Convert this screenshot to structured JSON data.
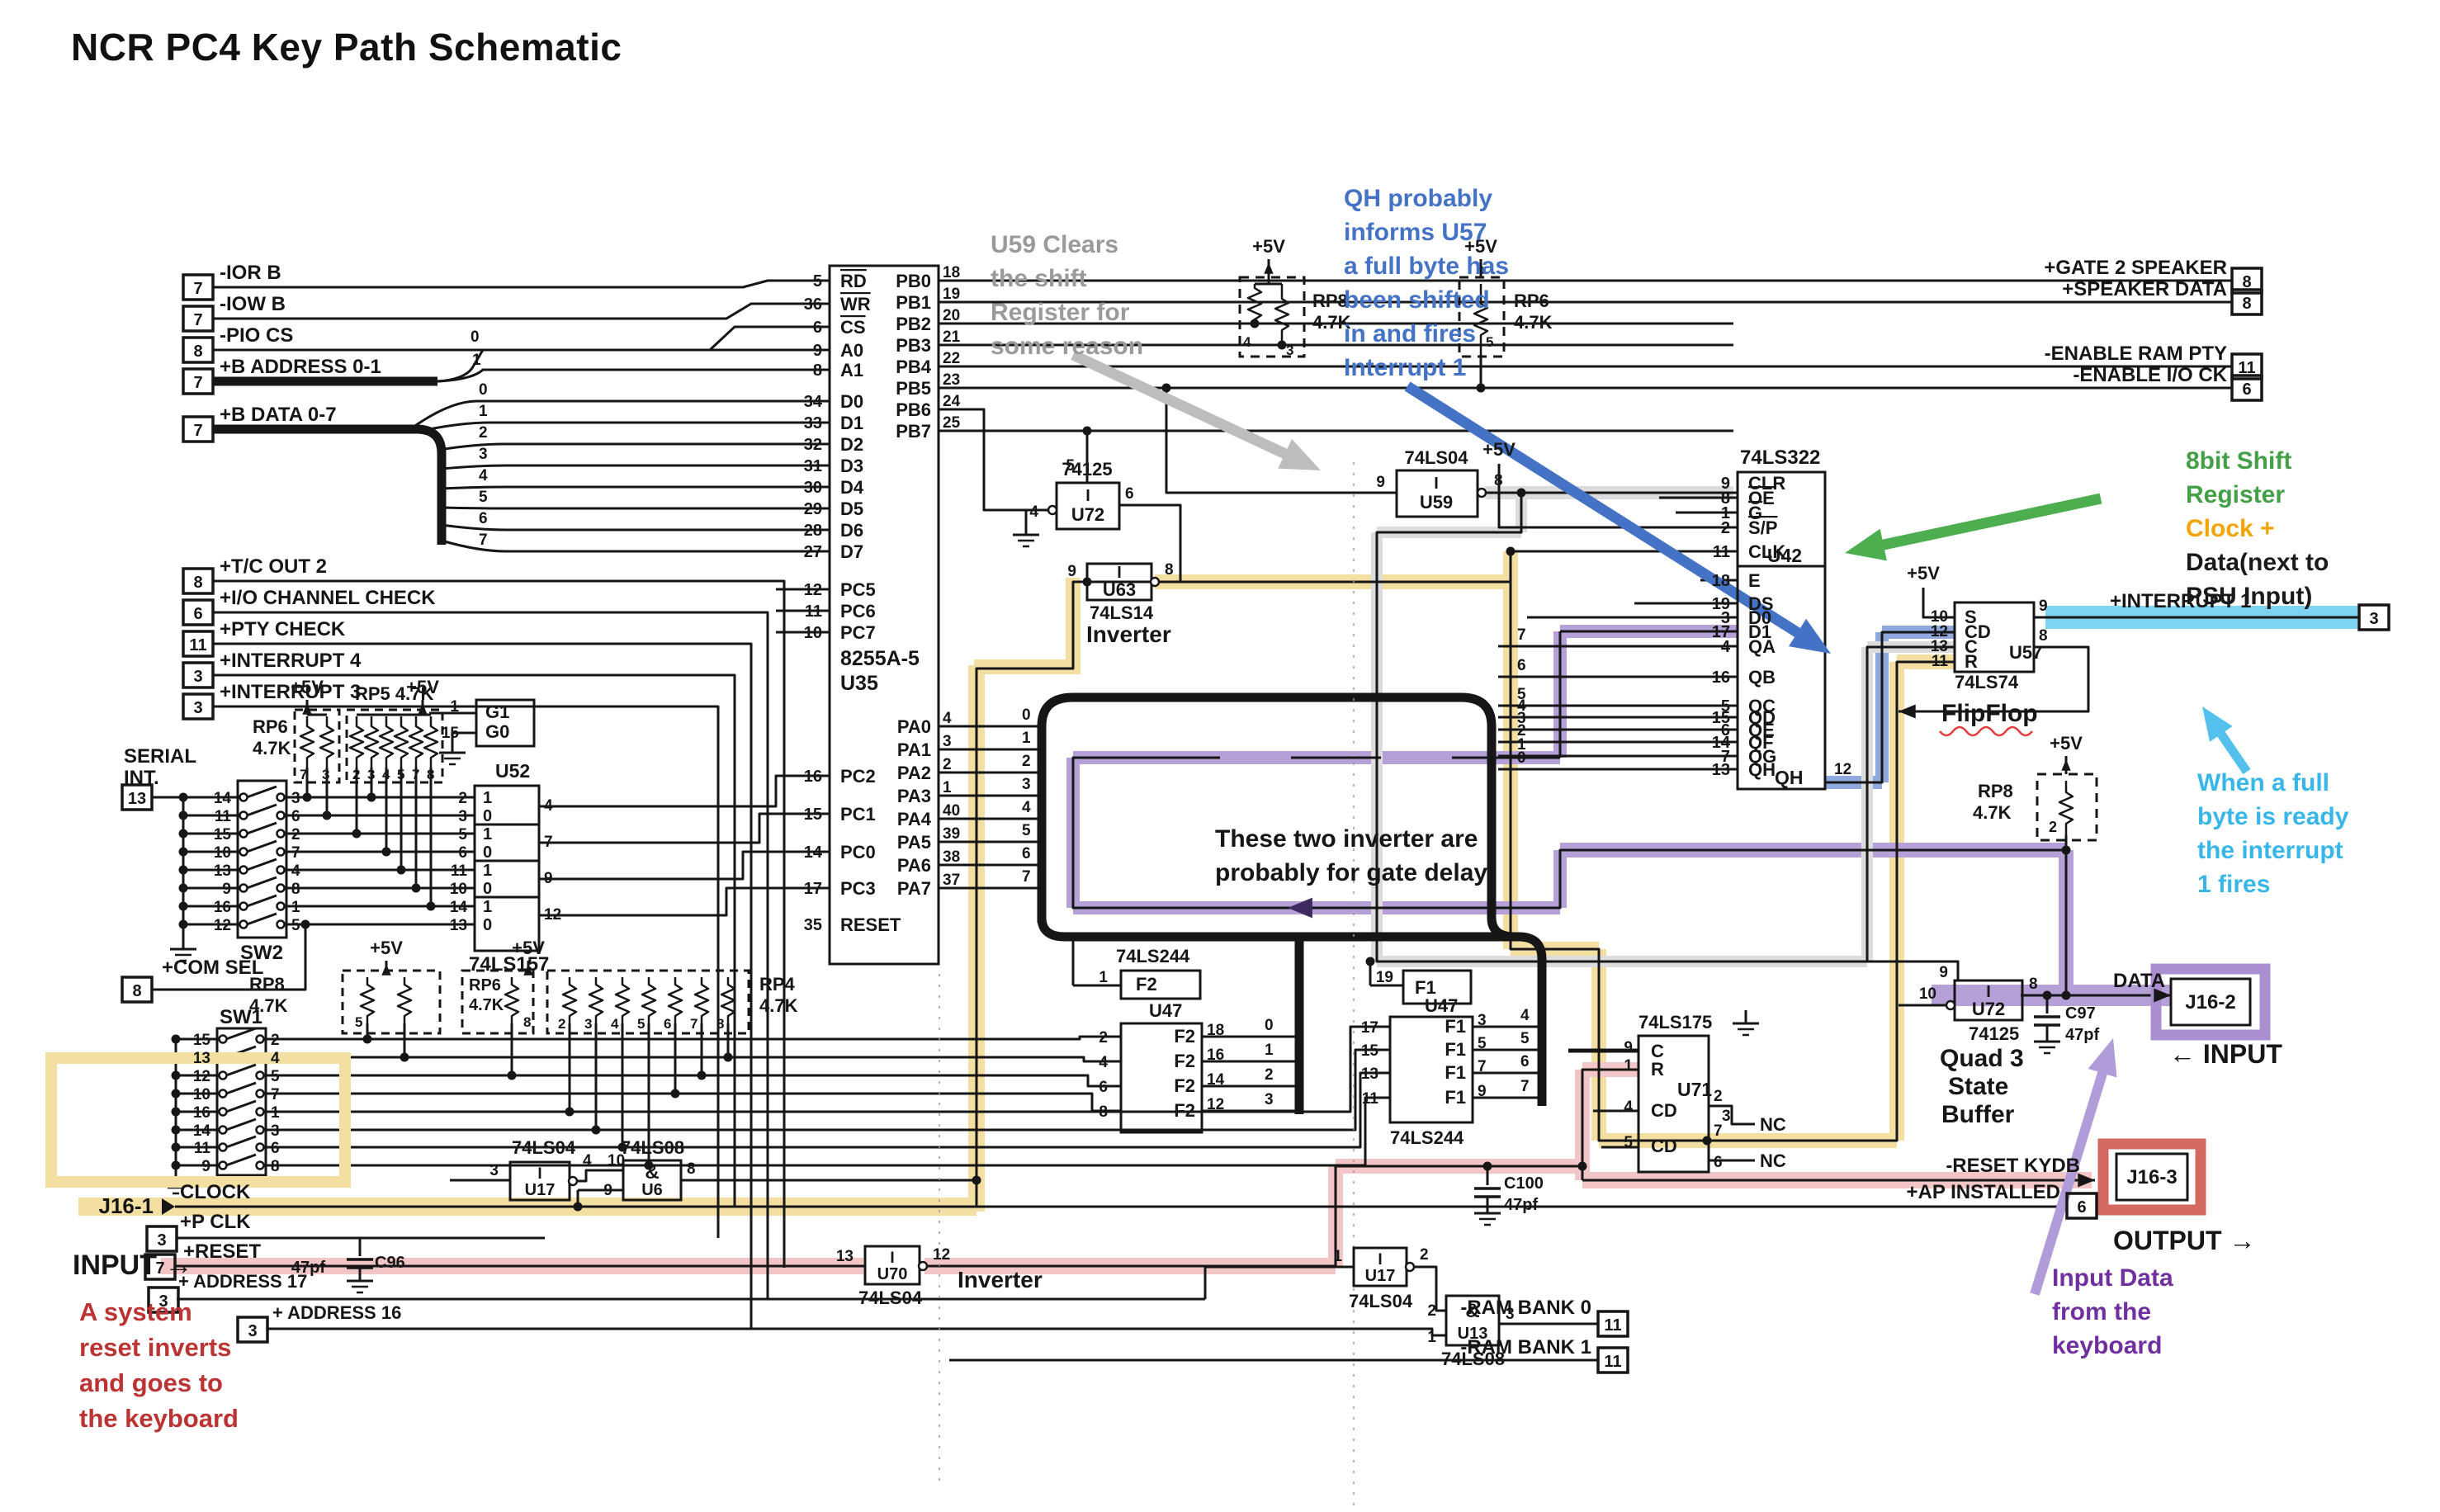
{
  "title": "NCR PC4 Key Path Schematic",
  "colors": {
    "highlight_yellow": "#f4dfa2",
    "highlight_pink": "#f2c6c6",
    "highlight_purple": "#b5a0d8",
    "highlight_blue": "#8fa8de",
    "highlight_gray": "#dcdcdc",
    "highlight_cyan": "#7ed3f0",
    "ann_gray": "#9a9a9a",
    "ann_blue": "#4472c4",
    "ann_green": "#43a047",
    "ann_orange": "#f0a500",
    "ann_cyan": "#38b6e8",
    "ann_purple": "#7030a0",
    "ann_red": "#bb3333",
    "wire": "#161616",
    "j16_2_frame": "#a98fd0",
    "j16_3_frame": "#d46a5f"
  },
  "ports_left": [
    {
      "pin": "7",
      "label": "-IOR B"
    },
    {
      "pin": "7",
      "label": "-IOW B"
    },
    {
      "pin": "8",
      "label": "-PIO CS"
    },
    {
      "pin": "7",
      "label": "+B ADDRESS 0-1"
    },
    {
      "pin": "7",
      "label": "+B DATA 0-7"
    },
    {
      "pin": "8",
      "label": "+T/C OUT 2"
    },
    {
      "pin": "6",
      "label": "+I/O CHANNEL CHECK"
    },
    {
      "pin": "11",
      "label": "+PTY CHECK"
    },
    {
      "pin": "3",
      "label": "+INTERRUPT 4"
    },
    {
      "pin": "3",
      "label": "+INTERRUPT 3"
    }
  ],
  "ports_right": [
    {
      "pin": "8",
      "label": "+GATE 2 SPEAKER"
    },
    {
      "pin": "8",
      "label": "+SPEAKER DATA"
    },
    {
      "pin": "11",
      "label": "-ENABLE RAM PTY"
    },
    {
      "pin": "6",
      "label": "-ENABLE I/O CK"
    }
  ],
  "interrupt1": {
    "pin": "3",
    "label": "+INTERRUPT 1"
  },
  "bits": [
    "0",
    "1",
    "2",
    "3",
    "4",
    "5",
    "6",
    "7"
  ],
  "v5": "+5V",
  "u35": {
    "ref": "U35",
    "part": "8255A-5",
    "left": [
      [
        "5",
        "RD"
      ],
      [
        "36",
        "WR"
      ],
      [
        "6",
        "CS"
      ],
      [
        "9",
        "A0"
      ],
      [
        "8",
        "A1"
      ],
      [
        "34",
        "D0"
      ],
      [
        "33",
        "D1"
      ],
      [
        "32",
        "D2"
      ],
      [
        "31",
        "D3"
      ],
      [
        "30",
        "D4"
      ],
      [
        "29",
        "D5"
      ],
      [
        "28",
        "D6"
      ],
      [
        "27",
        "D7"
      ],
      [
        "12",
        "PC5"
      ],
      [
        "11",
        "PC6"
      ],
      [
        "10",
        "PC7"
      ]
    ],
    "left2": [
      [
        "16",
        "PC2"
      ],
      [
        "15",
        "PC1"
      ],
      [
        "14",
        "PC0"
      ],
      [
        "17",
        "PC3"
      ],
      [
        "35",
        "RESET"
      ]
    ],
    "pb": [
      [
        "PB0",
        "18"
      ],
      [
        "PB1",
        "19"
      ],
      [
        "PB2",
        "20"
      ],
      [
        "PB3",
        "21"
      ],
      [
        "PB4",
        "22"
      ],
      [
        "PB5",
        "23"
      ],
      [
        "PB6",
        "24"
      ],
      [
        "PB7",
        "25"
      ]
    ],
    "pa": [
      [
        "PA0",
        "4"
      ],
      [
        "PA1",
        "3"
      ],
      [
        "PA2",
        "2"
      ],
      [
        "PA3",
        "1"
      ],
      [
        "PA4",
        "40"
      ],
      [
        "PA5",
        "39"
      ],
      [
        "PA6",
        "38"
      ],
      [
        "PA7",
        "37"
      ]
    ]
  },
  "u42": {
    "ref": "U42",
    "part": "74LS322",
    "top": [
      [
        "9",
        "CLR"
      ],
      [
        "8",
        "OE"
      ],
      [
        "1",
        "G"
      ],
      [
        "2",
        "S/P"
      ],
      [
        "11",
        "CLK"
      ]
    ],
    "side": [
      [
        "18",
        "E"
      ],
      [
        "19",
        "DS"
      ],
      [
        "3",
        "D0"
      ],
      [
        "17",
        "D1"
      ],
      [
        "4",
        "QA"
      ],
      [
        "16",
        "QB"
      ],
      [
        "5",
        "QC"
      ],
      [
        "15",
        "QD"
      ],
      [
        "6",
        "QE"
      ],
      [
        "14",
        "QF"
      ],
      [
        "7",
        "QG"
      ],
      [
        "13",
        "QH"
      ]
    ],
    "out_name": "QH",
    "out_pin": "12"
  },
  "u57": {
    "ref": "U57",
    "part": "74LS74",
    "pins": [
      [
        "10",
        "S"
      ],
      [
        "12",
        "CD"
      ],
      [
        "13",
        "C"
      ],
      [
        "11",
        "R"
      ]
    ],
    "out1": "9",
    "out2": "8",
    "note": "FlipFlop"
  },
  "u52": {
    "ref": "U52",
    "part": "74LS157",
    "g": [
      "G1",
      "G0"
    ],
    "gpins": [
      "1",
      "15"
    ],
    "rows": [
      "1",
      "0",
      "1",
      "0",
      "1",
      "0",
      "1",
      "0"
    ],
    "left": [
      "2",
      "3",
      "5",
      "6",
      "11",
      "10",
      "14",
      "13"
    ],
    "right": [
      "4",
      "7",
      "9",
      "12"
    ]
  },
  "sw2": {
    "ref": "SW2",
    "left": [
      "14",
      "11",
      "15",
      "10",
      "13",
      "9",
      "16",
      "12"
    ],
    "right": [
      "3",
      "6",
      "2",
      "7",
      "4",
      "8",
      "1",
      "5"
    ]
  },
  "sw1": {
    "ref": "SW1",
    "left": [
      "15",
      "13",
      "12",
      "10",
      "16",
      "14",
      "11",
      "9"
    ],
    "right": [
      "2",
      "4",
      "5",
      "7",
      "1",
      "3",
      "6",
      "8"
    ]
  },
  "serial_int": {
    "pin": "13",
    "l1": "SERIAL",
    "l2": "INT."
  },
  "com_sel": {
    "pin": "8",
    "label": "+COM SEL"
  },
  "rp": {
    "rp6a": {
      "ref": "RP6",
      "val": "4.7K",
      "pins": [
        "7",
        "3"
      ]
    },
    "rp5": {
      "ref": "RP5",
      "val": "4.7K",
      "pins": [
        "2",
        "3",
        "4",
        "5",
        "7",
        "8"
      ]
    },
    "rp8t": {
      "ref": "RP8",
      "val": "4.7K",
      "pins": [
        "4",
        "3"
      ]
    },
    "rp6t": {
      "ref": "RP6",
      "val": "4.7K",
      "pins": [
        "5"
      ]
    },
    "rp8b": {
      "ref": "RP8",
      "val": "4.7K",
      "pins": [
        "5"
      ]
    },
    "rp6b": {
      "ref": "RP6",
      "val": "4.7K",
      "pins": [
        "8"
      ]
    },
    "rp4": {
      "ref": "RP4",
      "val": "4.7K",
      "pins": [
        "2",
        "3",
        "4",
        "5",
        "6",
        "7",
        "8"
      ]
    },
    "rp8r": {
      "ref": "RP8",
      "val": "4.7K",
      "pins": [
        "2"
      ]
    }
  },
  "gates": {
    "u72t": {
      "ref": "U72",
      "part": "74125",
      "p_in1": "5",
      "p_in2": "4",
      "p_out": "6"
    },
    "u63": {
      "ref": "U63",
      "part": "74LS14",
      "p_in": "9",
      "p_out": "8",
      "note": "Inverter"
    },
    "u59": {
      "ref": "U59",
      "part": "74LS04",
      "p_in": "9",
      "p_out": "8"
    },
    "uinv": {
      "ref": "U",
      "part": "74LS14",
      "p_in": "13",
      "p_out": "12",
      "note": "Inverter"
    },
    "u70i": {
      "ref": "U70",
      "part": "74LS04",
      "p_in": "3",
      "p_out": "4",
      "note": "Inverter"
    },
    "u17a": {
      "ref": "U17",
      "part": "74LS04",
      "p_in": "3",
      "p_out": "4",
      "p_mid": "10"
    },
    "u6": {
      "ref": "U6",
      "part": "74LS08",
      "amp": "&",
      "p_in2": "9",
      "p_out": "8"
    },
    "u70b": {
      "ref": "U70",
      "part": "74LS04",
      "p_in": "13",
      "p_out": "12",
      "note": "Inverter"
    },
    "u17b": {
      "ref": "U17",
      "part": "74LS04",
      "p_in": "1",
      "p_out": "2"
    },
    "u13": {
      "ref": "U13",
      "part": "74LS08",
      "amp": "&",
      "p_in1": "2",
      "p_in2": "1",
      "p_out": "3"
    },
    "u72b": {
      "ref": "U72",
      "part": "74125",
      "p_top": "9",
      "p_in": "10",
      "p_out": "8",
      "note1": "Quad 3",
      "note2": "State",
      "note3": "Buffer"
    }
  },
  "u47f2": {
    "ref": "U47",
    "part": "74LS244",
    "tag": "F2",
    "top_pin": "1",
    "left": [
      "2",
      "4",
      "6",
      "8"
    ],
    "right": [
      "18",
      "16",
      "14",
      "12"
    ],
    "out": [
      "0",
      "1",
      "2",
      "3"
    ]
  },
  "u47f1": {
    "ref": "U47",
    "part": "74LS244",
    "tag": "F1",
    "top_pin": "19",
    "left": [
      "17",
      "15",
      "13",
      "11"
    ],
    "right": [
      "3",
      "5",
      "7",
      "9"
    ],
    "out": [
      "4",
      "5",
      "6",
      "7"
    ]
  },
  "u71": {
    "ref": "U71",
    "part": "74LS175",
    "c": [
      "9",
      "C"
    ],
    "r": [
      "1",
      "R"
    ],
    "cd1": [
      "4",
      "CD"
    ],
    "cd1_out": [
      "2",
      "3"
    ],
    "cd2": [
      "5",
      "CD"
    ],
    "cd2_out": [
      "7",
      "6"
    ],
    "nc": "NC"
  },
  "caps": {
    "c96": {
      "ref": "C96",
      "val": "47pf"
    },
    "c100": {
      "ref": "C100",
      "val": "47pf"
    },
    "c97": {
      "ref": "C97",
      "val": "47pf"
    }
  },
  "j16": {
    "j1": "J16-1",
    "j2": "J16-2",
    "j3": "J16-3"
  },
  "bottom": {
    "clock": "CLOCK",
    "pclk": {
      "pin": "3",
      "label": "+P CLK"
    },
    "reset": {
      "pin": "7",
      "label": "+RESET"
    },
    "addr17": {
      "pin": "3",
      "label": "+ ADDRESS 17"
    },
    "addr16": {
      "pin": "3",
      "label": "+ ADDRESS 16"
    },
    "input": "INPUT →",
    "output": "OUTPUT →",
    "input2": "← INPUT",
    "data": "DATA",
    "reset_kybd": "-RESET KYDB",
    "ap_installed": {
      "pin": "6",
      "label": "+AP INSTALLED"
    },
    "ram0": {
      "pin": "11",
      "label": "-RAM BANK 0"
    },
    "ram1": {
      "pin": "11",
      "label": "-RAM BANK 1"
    }
  },
  "annotations": {
    "gray": [
      "U59 Clears",
      "the shift",
      "Register for",
      "some reason"
    ],
    "blue": [
      "QH probably",
      "informs U57",
      "a full byte has",
      "been shifted",
      "in and fires",
      "Interrupt 1"
    ],
    "green": [
      {
        "t": "8bit Shift",
        "c": "g"
      },
      {
        "t": "Register",
        "c": "g"
      },
      {
        "t": "Clock +",
        "c": "o"
      },
      {
        "t": "Data(next to",
        "c": "k"
      },
      {
        "t": "PSU Input)",
        "c": "k"
      }
    ],
    "cyan": [
      "When a full",
      "byte is ready",
      "the interrupt",
      "1 fires"
    ],
    "purple": [
      "Input Data",
      "from the",
      "keyboard"
    ],
    "red": [
      "A system",
      "reset inverts",
      "and goes to",
      "the keyboard"
    ],
    "inv_note": [
      "These two inverter are",
      "probably for gate delay"
    ]
  }
}
